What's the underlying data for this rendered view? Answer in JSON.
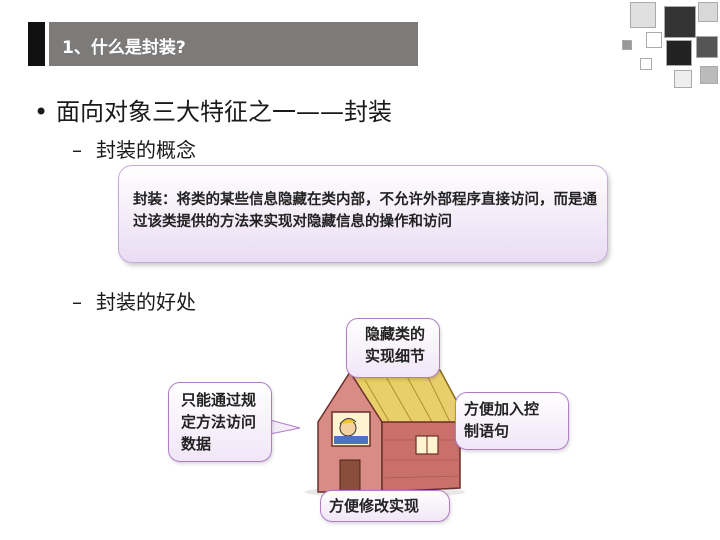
{
  "title": "1、什么是封装?",
  "bullet_main": "面向对象三大特征之一——封装",
  "bullet_marker": "•",
  "sub_marker": "–",
  "sub1": "封装的概念",
  "concept": "封装：将类的某些信息隐藏在类内部，不允许外部程序直接访问，而是通过该类提供的方法来实现对隐藏信息的操作和访问",
  "sub2": "封装的好处",
  "callouts": {
    "top_line1": "隐藏类的",
    "top_line2": "实现细节",
    "left_line1": "只能通过规",
    "left_line2": "定方法访问",
    "left_line3": "数据",
    "right_line1": "方便加入控",
    "right_line2": "制语句",
    "bottom": "方便修改实现"
  }
}
